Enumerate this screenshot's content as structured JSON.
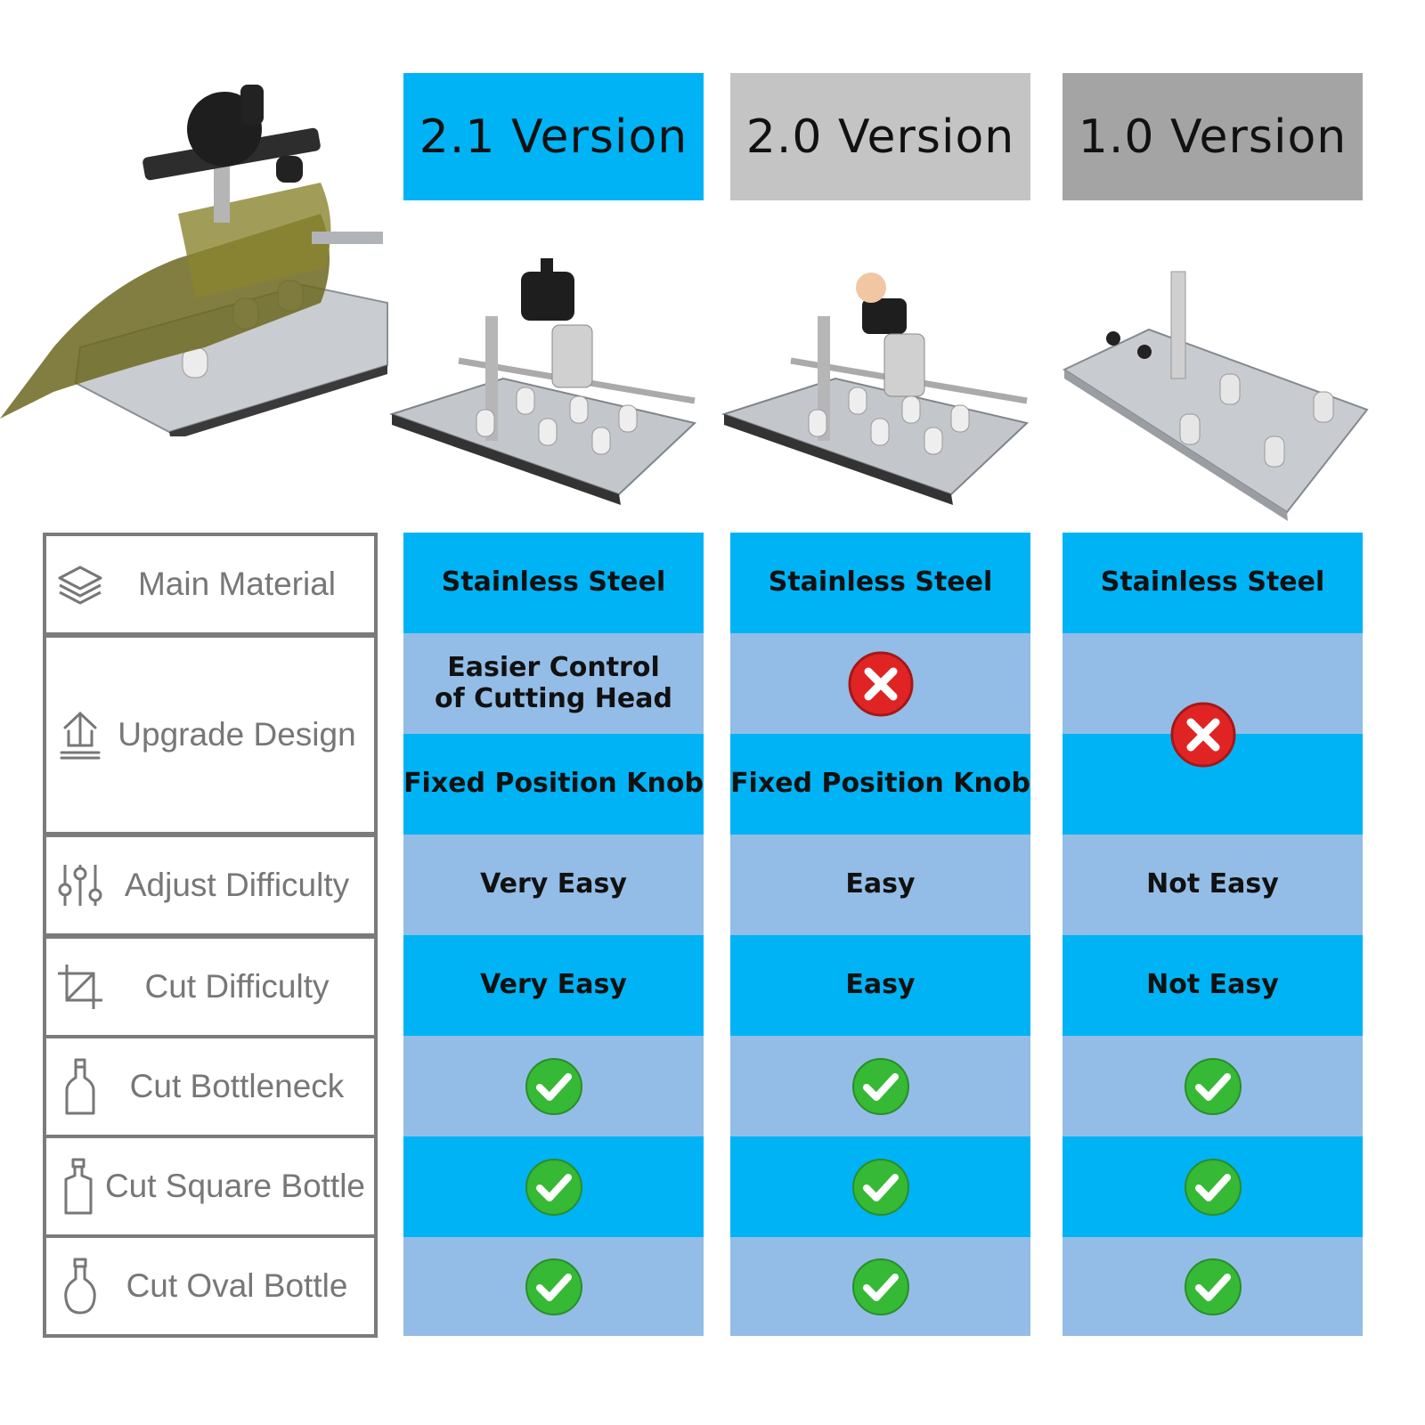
{
  "colors": {
    "bright": "#00b3f5",
    "light": "#93bde6",
    "gray20": "#c4c4c4",
    "gray10": "#a4a4a4",
    "check": "#36b935",
    "cross": "#e02424",
    "border": "#7b7b7b"
  },
  "versions": [
    {
      "label": "2.1 Version"
    },
    {
      "label": "2.0 Version"
    },
    {
      "label": "1.0 Version"
    }
  ],
  "features": [
    {
      "label": "Main Material",
      "icon": "layers-icon"
    },
    {
      "label": "Upgrade Design",
      "icon": "upload-icon"
    },
    {
      "label": "Adjust Difficulty",
      "icon": "sliders-icon"
    },
    {
      "label": "Cut Difficulty",
      "icon": "crop-icon"
    },
    {
      "label": "Cut Bottleneck",
      "icon": "bottle-icon"
    },
    {
      "label": "Cut Square Bottle",
      "icon": "square-bottle-icon"
    },
    {
      "label": "Cut Oval Bottle",
      "icon": "oval-bottle-icon"
    }
  ],
  "cells": {
    "v21": {
      "material": "Stainless Steel",
      "upgrade1": "Easier Control of Cutting Head",
      "upgrade2": "Fixed Position Knob",
      "adjust": "Very Easy",
      "cut": "Very Easy"
    },
    "v20": {
      "material": "Stainless Steel",
      "upgrade2": "Fixed Position Knob",
      "adjust": "Easy",
      "cut": "Easy"
    },
    "v10": {
      "material": "Stainless Steel",
      "adjust": "Not Easy",
      "cut": "Not Easy"
    }
  }
}
